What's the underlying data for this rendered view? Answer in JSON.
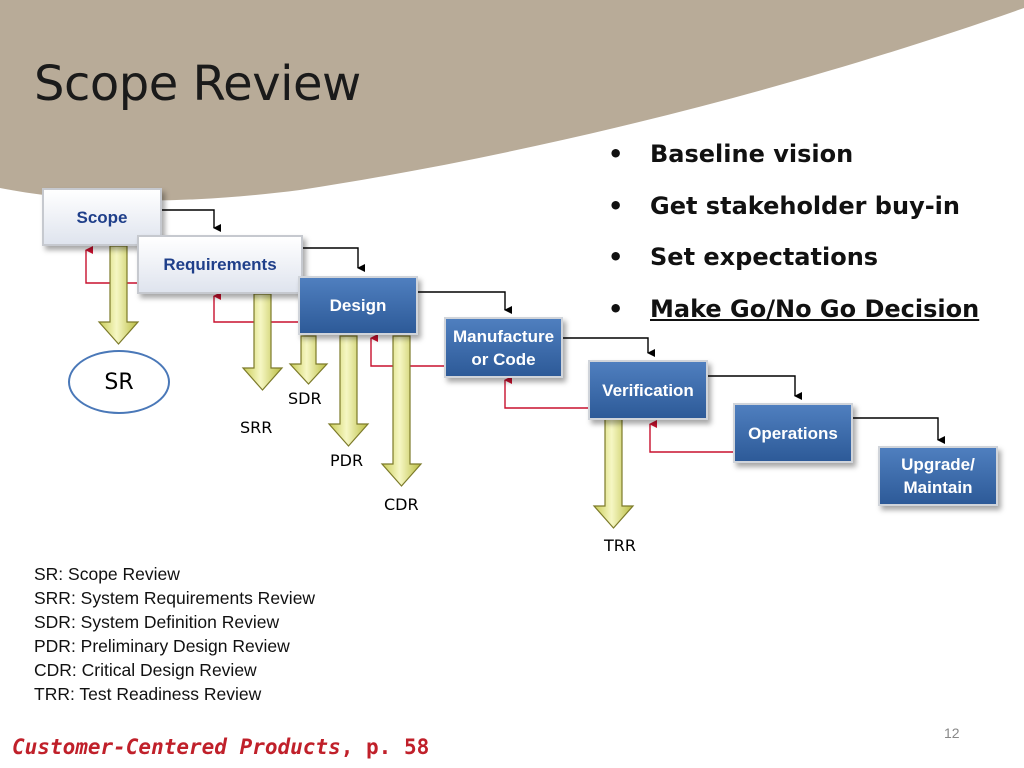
{
  "slide": {
    "title": "Scope Review",
    "page_number": "12"
  },
  "bullets": [
    {
      "text": "Baseline  vision",
      "underline": false
    },
    {
      "text": "Get stakeholder buy-in",
      "underline": false
    },
    {
      "text": "Set expectations",
      "underline": false
    },
    {
      "text": "Make Go/No Go Decision",
      "underline": true
    }
  ],
  "phases": {
    "scope": "Scope",
    "requirements": "Requirements",
    "design": "Design",
    "manufacture_line1": "Manufacture",
    "manufacture_line2": "or Code",
    "verification": "Verification",
    "operations": "Operations",
    "upgrade_line1": "Upgrade/",
    "upgrade_line2": "Maintain"
  },
  "reviews": {
    "sr": "SR",
    "srr": "SRR",
    "sdr": "SDR",
    "pdr": "PDR",
    "cdr": "CDR",
    "trr": "TRR"
  },
  "legend": [
    "SR:  Scope Review",
    "SRR:  System Requirements Review",
    "SDR:  System Definition Review",
    "PDR:  Preliminary Design Review",
    "CDR:  Critical Design Review",
    "TRR:  Test Readiness Review"
  ],
  "citation": {
    "book": "Customer-Centered Products",
    "page": ", p. 58"
  },
  "colors": {
    "banner": "#b8ab98",
    "feedback_arrow": "#c8102e",
    "review_arrow_fill": "#eef0a0",
    "dark_box": "#3a6aa8",
    "citation": "#c0202a"
  }
}
